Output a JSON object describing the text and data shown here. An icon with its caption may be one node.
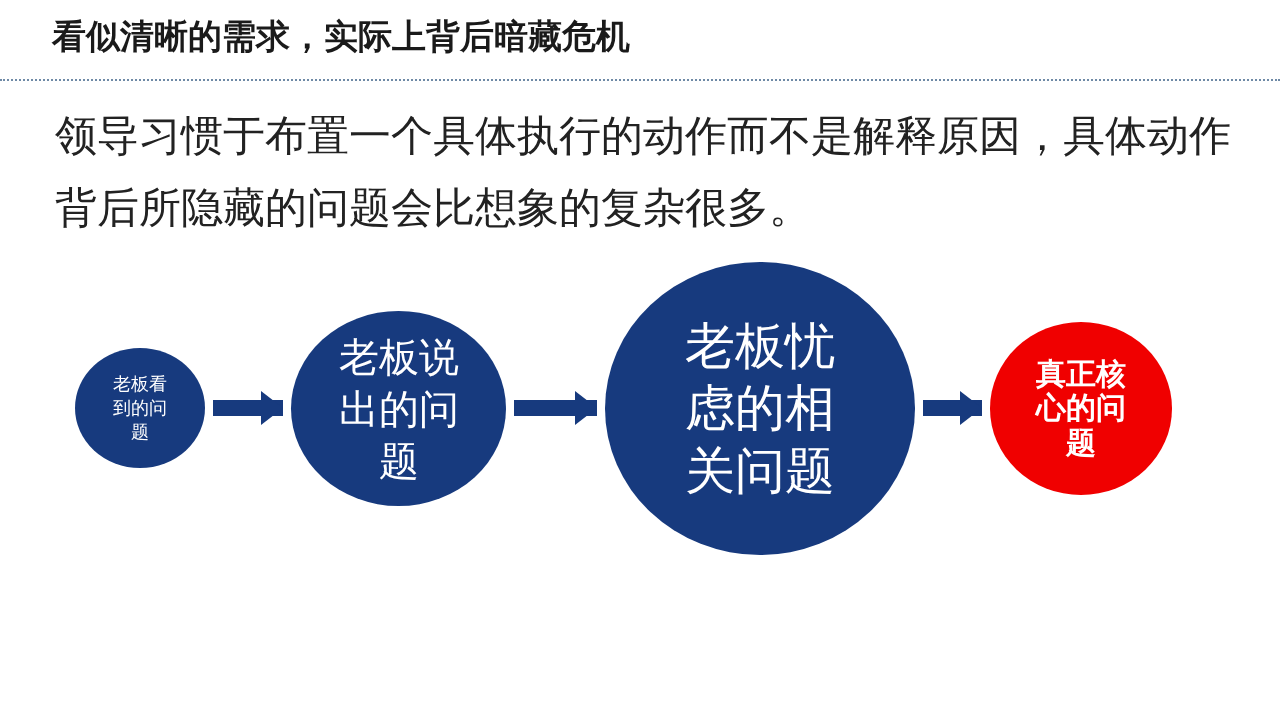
{
  "diagram": {
    "title": "看似清晰的需求，实际上背后暗藏危机",
    "nodes": [
      {
        "text": [
          "老板看到的问题"
        ]
      },
      {
        "text": [
          "老板说出的问题"
        ]
      },
      {
        "text": [
          "老板忧虑的相关问题"
        ]
      },
      {
        "text": [
          "真正核心的问题"
        ]
      }
    ],
    "edges": [
      {
        "from": 0,
        "to": 1,
        "arrow": "to"
      },
      {
        "from": 1,
        "to": 2,
        "arrow": "to"
      },
      {
        "from": 2,
        "to": 3,
        "arrow": "to"
      }
    ],
    "labels": [
      "领导习惯于布置一个具体执行的动作而不是解释原因，具体动作背后所隐藏的问题会比想象的复杂很多。"
    ]
  }
}
